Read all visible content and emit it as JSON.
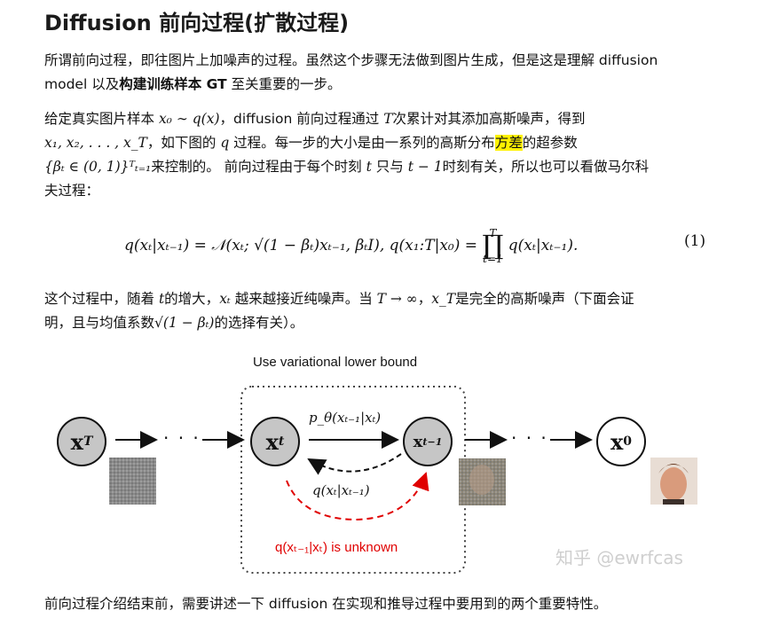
{
  "title": "Diffusion 前向过程(扩散过程)",
  "para1": {
    "line1": "所谓前向过程，即往图片上加噪声的过程。虽然这个步骤无法做到图片生成，但是这是理解 diffusion",
    "line2_a": "model 以及",
    "line2_bold": "构建训练样本 GT",
    "line2_b": " 至关重要的一步。"
  },
  "para2": {
    "l1_a": "给定真实图片样本 ",
    "l1_math1": "x₀ ∼ q(x)",
    "l1_b": "，diffusion 前向过程通过 ",
    "l1_math2": "T",
    "l1_c": "次累计对其添加高斯噪声，得到",
    "l2_math": "x₁, x₂, . . . , x_T",
    "l2_a": "，如下图的 ",
    "l2_math2": "q",
    "l2_b": " 过程。每一步的大小是由一系列的高斯分布",
    "l2_hl": "方差",
    "l2_c": "的超参数",
    "l3_math": "{βₜ ∈ (0, 1)}ᵀₜ₌₁",
    "l3_a": "来控制的。 前向过程由于每个时刻 ",
    "l3_t": "t",
    "l3_b": " 只与 ",
    "l3_math2": "t − 1",
    "l3_c": "时刻有关，所以也可以看做马尔科",
    "l4": "夫过程："
  },
  "equation": {
    "left": "q(xₜ|xₜ₋₁) = 𝒩(xₜ; √(1 − βₜ)xₜ₋₁, βₜI), q(x₁:T|x₀) = ",
    "prod": "∏",
    "prod_top": "T",
    "prod_bottom": "t=1",
    "right": "q(xₜ|xₜ₋₁).",
    "number": "(1)"
  },
  "para3": {
    "l1_a": "这个过程中，随着 ",
    "l1_t": "t",
    "l1_b": "的增大，",
    "l1_xt": "xₜ",
    "l1_c": " 越来越接近纯噪声。当 ",
    "l1_lim": "T → ∞",
    "l1_d": "，",
    "l1_xT": "x_T",
    "l1_e": "是完全的高斯噪声（下面会证",
    "l2_a": "明，且与均值系数",
    "l2_sqrt": "√(1 − βₜ)",
    "l2_b": "的选择有关）。"
  },
  "figure": {
    "box_label": "Use variational lower bound",
    "node_xT": "x",
    "node_xT_sub": "T",
    "node_xt": "x",
    "node_xt_sub": "t",
    "node_xt1": "x",
    "node_xt1_sub": "t−1",
    "node_x0": "x",
    "node_x0_sub": "0",
    "p_label": "p_θ(xₜ₋₁|xₜ)",
    "q_label": "q(xₜ|xₜ₋₁)",
    "red_label": "q(xₜ₋₁|xₜ) is unknown",
    "dots": "· · ·",
    "colors": {
      "node_fill": "#c6c6c6",
      "red": "#e00000",
      "box": "#444444"
    }
  },
  "watermark": "知乎 @ewrfcas",
  "para4": "前向过程介绍结束前，需要讲述一下 diffusion 在实现和推导过程中要用到的两个重要特性。"
}
